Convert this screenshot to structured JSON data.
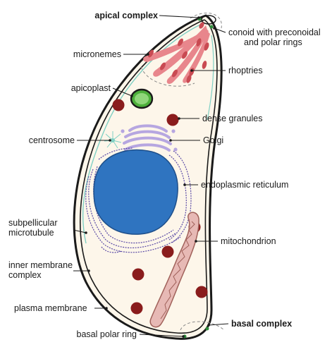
{
  "labels": {
    "apical_complex": "apical complex",
    "conoid_line1": "conoid with preconoidal",
    "conoid_line2": "and polar rings",
    "micronemes": "micronemes",
    "rhoptries": "rhoptries",
    "apicoplast": "apicoplast",
    "dense_granules": "dense granules",
    "centrosome": "centrosome",
    "golgi": "Golgi",
    "endoplasmic_reticulum": "endoplasmic reticulum",
    "subpellicular_line1": "subpellicular",
    "subpellicular_line2": "microtubule",
    "mitochondrion": "mitochondrion",
    "inner_membrane_line1": "inner membrane",
    "inner_membrane_line2": "complex",
    "plasma_membrane": "plasma membrane",
    "basal_polar_ring": "basal polar ring",
    "basal_complex": "basal complex"
  },
  "colors": {
    "cytoplasm": "#fdf6ea",
    "membrane": "#1a1a1a",
    "microtubule": "#7fd0c4",
    "nucleus": "#2f74c0",
    "er": "#5a4aa6",
    "golgi": "#b6a6e0",
    "apicoplast": "#4caf3a",
    "dense_granule": "#8a1c1c",
    "rhoptry": "#e8868c",
    "microneme": "#c94a52",
    "mitochondrion": "#e7b9b5"
  }
}
